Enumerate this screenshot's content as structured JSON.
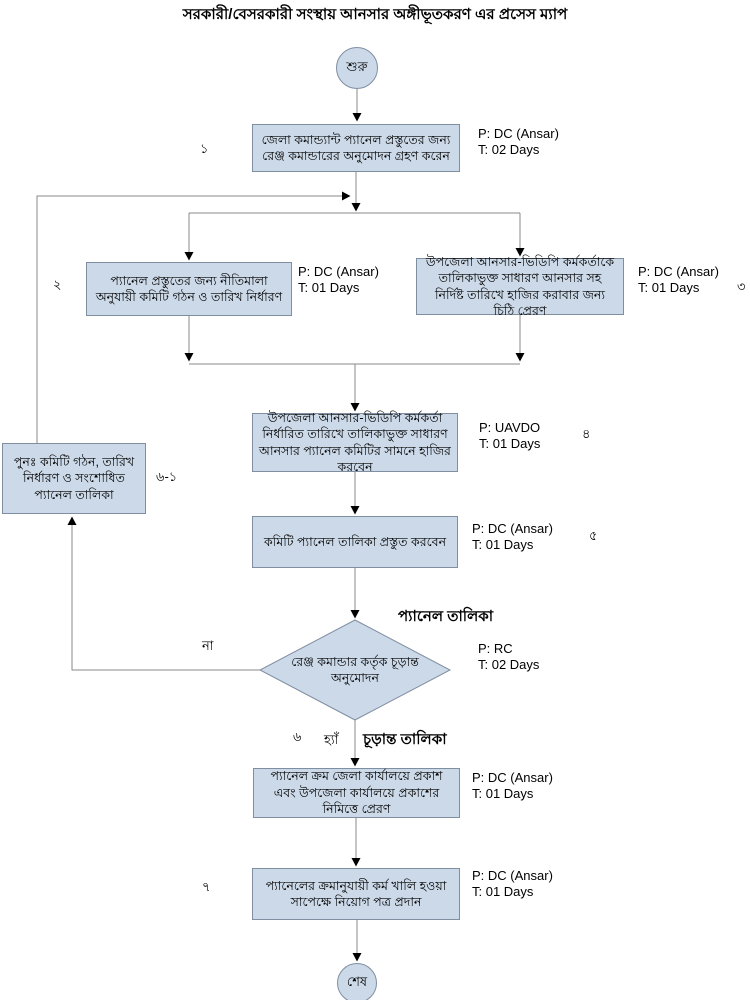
{
  "title": "সরকারী/বেসরকারী সংস্থায় আনসার অঙ্গীভূতকরণ এর প্রসেস ম্যাপ",
  "colors": {
    "node_fill": "#ccd9e8",
    "node_border": "#7f8ea1",
    "connector": "#8a8a8a",
    "arrowhead": "#000000",
    "text": "#000000"
  },
  "nodes": {
    "start": {
      "label": "শুরু"
    },
    "step1": {
      "label": "জেলা কমান্ড্যান্ট প্যানেল প্রস্তুতের জন্য রেঞ্জ কমান্ডারের অনুমোদন গ্রহণ করেন",
      "number": "১",
      "annotation": "P: DC (Ansar)\nT: 02 Days"
    },
    "step2": {
      "label": "প্যানেল প্রস্তুতের জন্য নীতিমালা অনুযায়ী কমিটি গঠন ও তারিখ নির্ধারণ",
      "number": "২",
      "annotation": "P: DC (Ansar)\nT: 01 Days"
    },
    "step3": {
      "label": "উপজেলা আনসার-ভিডিপি কর্মকর্তাকে তালিকাভুক্ত সাধারণ আনসার সহ নির্দিষ্ট তারিখে হাজির করাবার জন্য চিঠি প্রেরণ",
      "number": "৩",
      "annotation": "P: DC (Ansar)\nT: 01 Days"
    },
    "step4": {
      "label": "উপজেলা আনসার-ভিডিপি কর্মকর্তা নির্ধারিত তারিখে তালিকাভুক্ত সাধারণ আনসার প্যানেল কমিটির সামনে হাজির করবেন",
      "number": "৪",
      "annotation": "P: UAVDO\nT: 01 Days"
    },
    "step5": {
      "label": "কমিটি প্যানেল তালিকা প্রস্তুত করবেন",
      "number": "৫",
      "annotation": "P: DC (Ansar)\nT: 01 Days"
    },
    "decision": {
      "label": "রেঞ্জ কমান্ডার কর্তৃক চূড়ান্ত অনুমোদন",
      "number": "৬",
      "annotation": "P: RC\nT: 02 Days"
    },
    "rework": {
      "label": "পুনঃ  কমিটি গঠন, তারিখ নির্ধারণ ও সংশোধিত প্যানেল তালিকা",
      "number": "৬-১"
    },
    "step6": {
      "label": "প্যানেল ক্রম জেলা কার্যালয়ে প্রকাশ এবং উপজেলা কার্যালয়ে প্রকাশের নিমিত্তে প্রেরণ",
      "annotation": "P: DC (Ansar)\nT: 01 Days"
    },
    "step7": {
      "label": "প্যানেলের ক্রমানুযায়ী কর্ম খালি হওয়া সাপেক্ষে নিয়োগ পত্র প্রদান",
      "number": "৭",
      "annotation": "P: DC (Ansar)\nT: 01 Days"
    },
    "end": {
      "label": "শেষ"
    }
  },
  "edge_labels": {
    "panel_list": "প্যানেল তালিকা",
    "no": "না",
    "yes": "হ্যাঁ",
    "final_list": "চূড়ান্ত তালিকা"
  }
}
